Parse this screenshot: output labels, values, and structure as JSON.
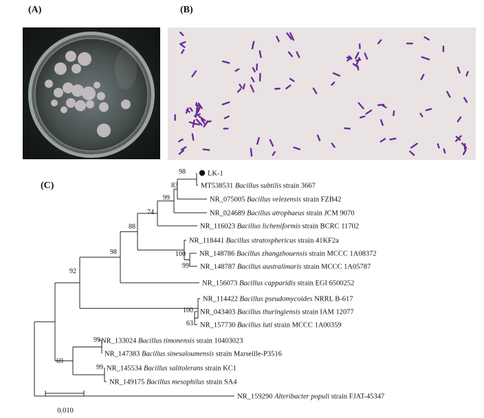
{
  "figure": {
    "panel_labels": {
      "a": "(A)",
      "b": "(B)",
      "c": "(C)"
    },
    "panel_a_description": "",
    "panel_b_description": ""
  },
  "tree": {
    "taxa": [
      {
        "id": "lk1",
        "parts": [
          [
            "LK-1",
            false
          ]
        ],
        "marker": "filled-circle"
      },
      {
        "id": "subtilis",
        "parts": [
          [
            "MT538531 ",
            false
          ],
          [
            "Bacillus subtilis",
            true
          ],
          [
            " strain 3667",
            false
          ]
        ]
      },
      {
        "id": "velezensis",
        "parts": [
          [
            "NR_075005 ",
            false
          ],
          [
            "Bacillus velezensis",
            true
          ],
          [
            " strain FZB42",
            false
          ]
        ]
      },
      {
        "id": "atrophaeus",
        "parts": [
          [
            "NR_024689 ",
            false
          ],
          [
            "Bacillus atrophaeus",
            true
          ],
          [
            " strain JCM 9070",
            false
          ]
        ]
      },
      {
        "id": "licheniformis",
        "parts": [
          [
            "NR_116023 ",
            false
          ],
          [
            "Bacillus licheniformis",
            true
          ],
          [
            " strain BCRC 11702",
            false
          ]
        ]
      },
      {
        "id": "stratosphericus",
        "parts": [
          [
            "NR_118441 ",
            false
          ],
          [
            "Bacillus stratosphericus",
            true
          ],
          [
            " strain 41KF2a",
            false
          ]
        ]
      },
      {
        "id": "zhangzhouensis",
        "parts": [
          [
            "NR_148786 ",
            false
          ],
          [
            "Bacillus zhangzhouensis",
            true
          ],
          [
            " strain MCCC 1A08372",
            false
          ]
        ]
      },
      {
        "id": "australimaris",
        "parts": [
          [
            "NR_148787 ",
            false
          ],
          [
            "Bacillus australimaris",
            true
          ],
          [
            " strain MCCC 1A05787",
            false
          ]
        ]
      },
      {
        "id": "capparidis",
        "parts": [
          [
            "NR_156073 ",
            false
          ],
          [
            "Bacillus capparidis",
            true
          ],
          [
            " strain EGI 6500252",
            false
          ]
        ]
      },
      {
        "id": "pseudomycoides",
        "parts": [
          [
            "NR_114422 ",
            false
          ],
          [
            "Bacillus pseudomycoides",
            true
          ],
          [
            " NRRL B-617",
            false
          ]
        ]
      },
      {
        "id": "thuringiensis",
        "parts": [
          [
            "NR_043403 ",
            false
          ],
          [
            "Bacillus thuringiensis",
            true
          ],
          [
            " strain IAM 12077",
            false
          ]
        ]
      },
      {
        "id": "luti",
        "parts": [
          [
            "NR_157730 ",
            false
          ],
          [
            "Bacillus luti",
            true
          ],
          [
            " strain MCCC 1A00359",
            false
          ]
        ]
      },
      {
        "id": "timonensis",
        "parts": [
          [
            "NR_133024 ",
            false
          ],
          [
            "Bacillus timonensis",
            true
          ],
          [
            " strain 10403023",
            false
          ]
        ]
      },
      {
        "id": "sinesaloumensis",
        "parts": [
          [
            "NR_147383 ",
            false
          ],
          [
            "Bacillus sinesaloumensis",
            true
          ],
          [
            " strain Marseille-P3516",
            false
          ]
        ]
      },
      {
        "id": "salitolerans",
        "parts": [
          [
            "NR_145534 ",
            false
          ],
          [
            "Bacillus salitolerans",
            true
          ],
          [
            " strain KC1",
            false
          ]
        ]
      },
      {
        "id": "mesophilus",
        "parts": [
          [
            "NR_149175 ",
            false
          ],
          [
            "Bacillus mesophilus",
            true
          ],
          [
            " strain SA4",
            false
          ]
        ]
      },
      {
        "id": "populi",
        "parts": [
          [
            "NR_159290 ",
            false
          ],
          [
            "Alteribacter populi",
            true
          ],
          [
            " strain FJAT-45347",
            false
          ]
        ]
      }
    ],
    "bootstrap": [
      "98",
      "83",
      "99",
      "74",
      "88",
      "100",
      "99",
      "98",
      "92",
      "100",
      "63",
      "99",
      "69",
      "99"
    ],
    "scale_bar": {
      "label": "0.010",
      "value": 0.01
    }
  }
}
